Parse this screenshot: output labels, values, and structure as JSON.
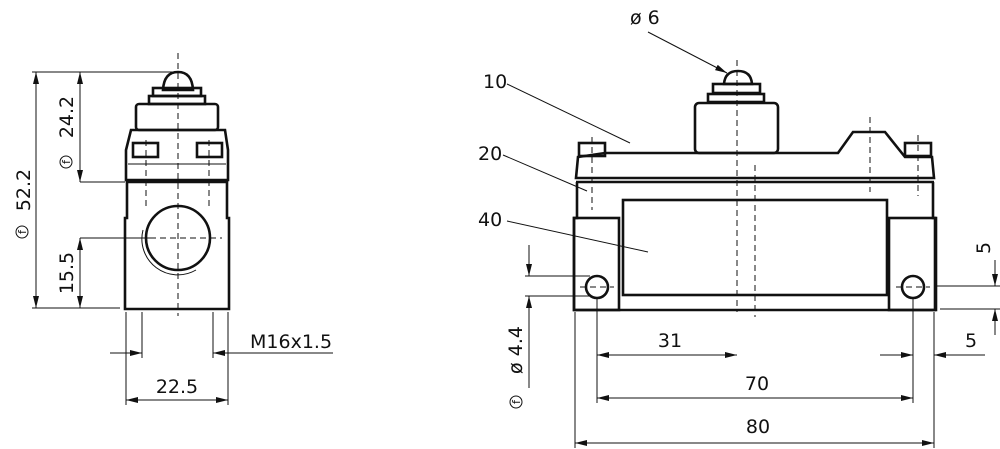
{
  "side_view": {
    "dim_total_height": "52.2",
    "dim_head_height": "24.2",
    "dim_conduit_height": "15.5",
    "thread_label": "M16x1.5",
    "dim_width": "22.5",
    "tolerance_symbol": "f"
  },
  "front_view": {
    "plunger_diameter": "ø 6",
    "callouts": [
      "10",
      "20",
      "40"
    ],
    "dim_hole_offset": "31",
    "dim_hole_spacing": "70",
    "dim_total_width": "80",
    "dim_edge_horizontal": "5",
    "dim_edge_vertical": "5",
    "hole_diameter": "ø 4.4",
    "tolerance_symbol": "f"
  }
}
